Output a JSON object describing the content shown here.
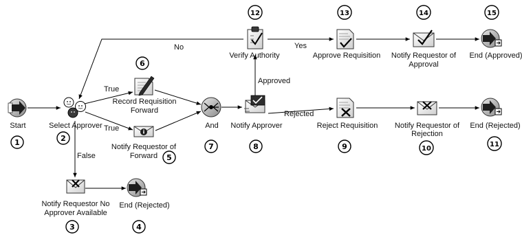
{
  "nodes": {
    "start": {
      "label": "Start",
      "number": "1"
    },
    "select_approver": {
      "label": "Select Approver",
      "number": "2"
    },
    "notify_no_approver": {
      "label_line1": "Notify Requestor No",
      "label_line2": "Approver Available",
      "number": "3"
    },
    "end_rejected_no_approver": {
      "label": "End (Rejected)",
      "number": "4"
    },
    "notify_forward": {
      "label_line1": "Notify Requestor of",
      "label_line2": "Forward",
      "number": "5"
    },
    "record_forward": {
      "label_line1": "Record Requisition",
      "label_line2": "Forward",
      "number": "6"
    },
    "and": {
      "label": "And",
      "number": "7"
    },
    "notify_approver": {
      "label": "Notify Approver",
      "number": "8"
    },
    "reject_requisition": {
      "label": "Reject Requisition",
      "number": "9"
    },
    "notify_rejection": {
      "label_line1": "Notify Requestor of",
      "label_line2": "Rejection",
      "number": "10"
    },
    "end_rejected": {
      "label": "End (Rejected)",
      "number": "11"
    },
    "verify_authority": {
      "label": "Verify Authority",
      "number": "12"
    },
    "approve_requisition": {
      "label": "Approve Requisition",
      "number": "13"
    },
    "notify_approval": {
      "label_line1": "Notify Requestor of",
      "label_line2": "Approval",
      "number": "14"
    },
    "end_approved": {
      "label": "End (Approved)",
      "number": "15"
    }
  },
  "edge_labels": {
    "no": "No",
    "yes": "Yes",
    "true_record": "True",
    "true_notify": "True",
    "false": "False",
    "approved": "Approved",
    "rejected": "Rejected"
  }
}
